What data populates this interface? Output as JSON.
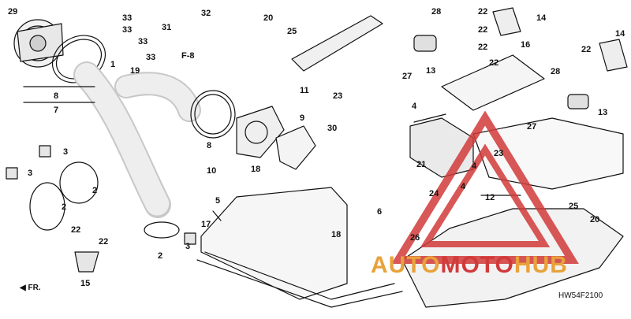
{
  "diagram": {
    "code": "HW54F2100",
    "ref": "F-8",
    "direction": "FR.",
    "watermark": {
      "part1": "AUTO",
      "part2": "MOTO",
      "part3": "HUB",
      "color_red": "#d23a3a",
      "color_orange": "#e8a23a"
    },
    "callouts": [
      "29",
      "33",
      "33",
      "33",
      "33",
      "32",
      "31",
      "19",
      "1",
      "8",
      "7",
      "20",
      "25",
      "11",
      "23",
      "28",
      "22",
      "22",
      "14",
      "22",
      "22",
      "13",
      "16",
      "14",
      "27",
      "22",
      "28",
      "13",
      "27",
      "30",
      "9",
      "10",
      "8",
      "18",
      "3",
      "3",
      "2",
      "2",
      "4",
      "4",
      "4",
      "21",
      "24",
      "23",
      "12",
      "6",
      "5",
      "17",
      "18",
      "26",
      "25",
      "20",
      "22",
      "22",
      "2",
      "3",
      "15"
    ]
  }
}
